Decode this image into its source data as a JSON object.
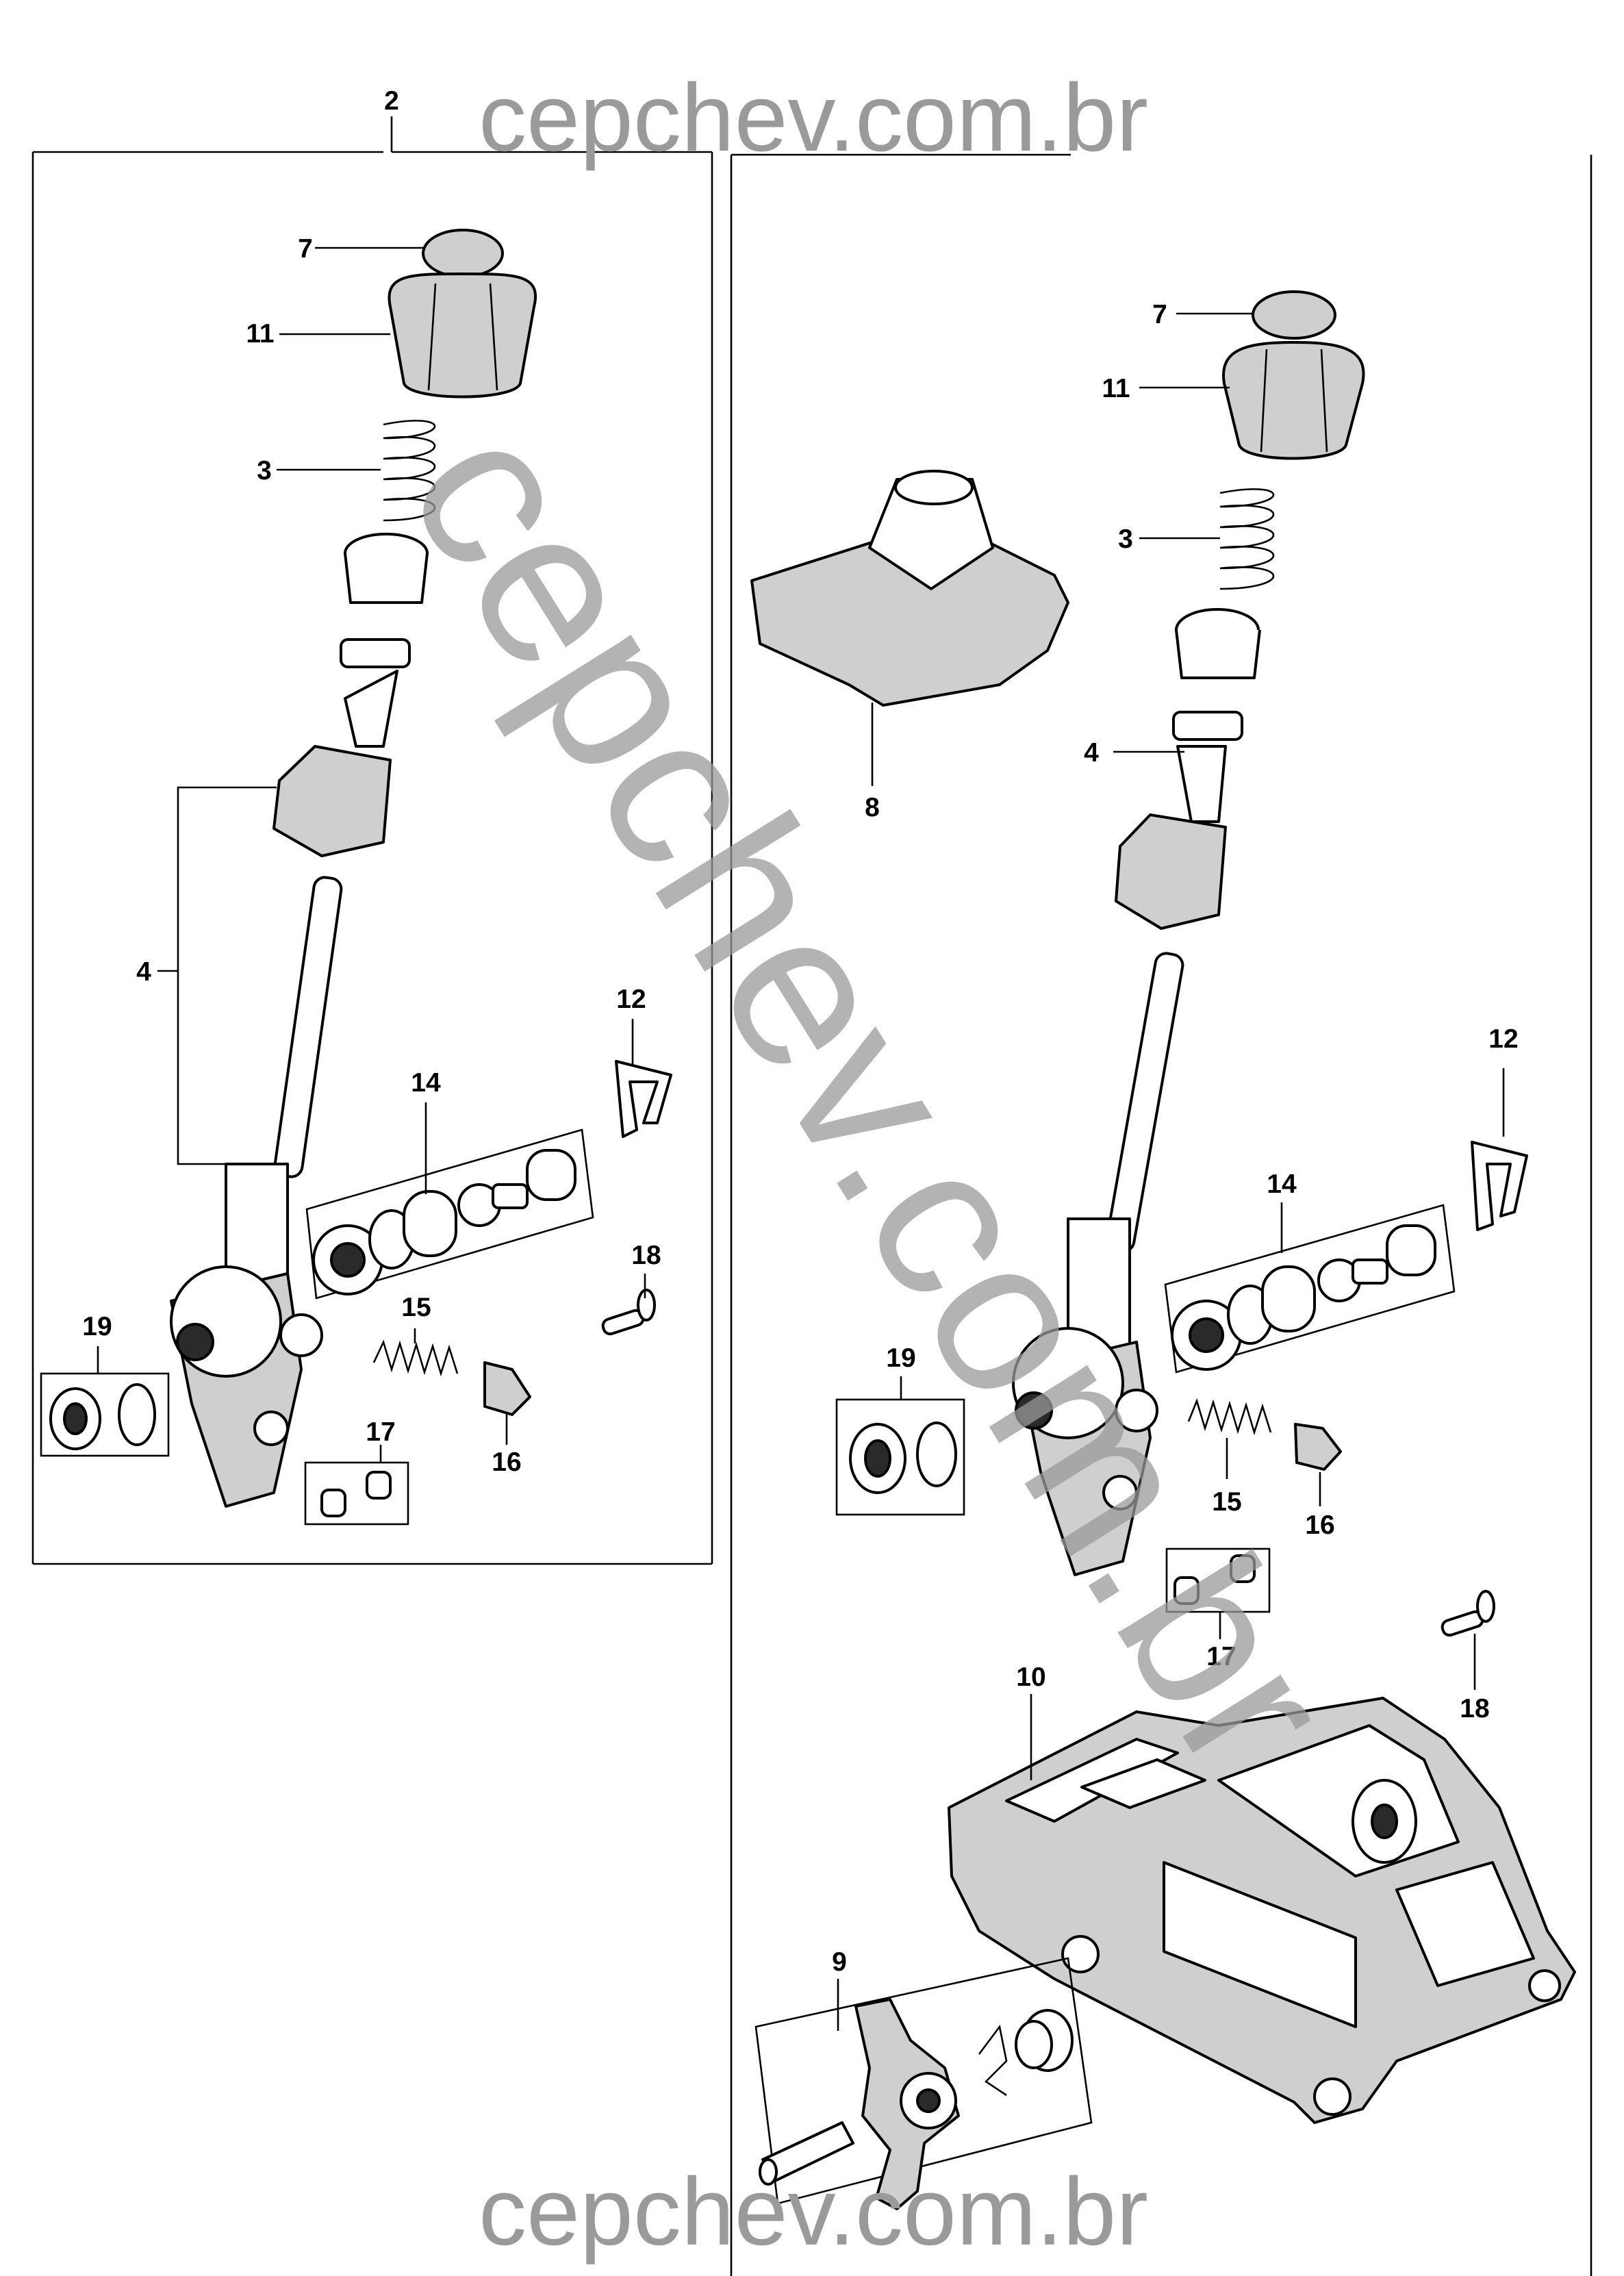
{
  "watermark": {
    "top": "cepchev.com.br",
    "bottom": "cepchev.com.br",
    "diagonal": "cepchev.com.br"
  },
  "left_assembly": {
    "group_label": "2",
    "callouts": {
      "knob_cap": "7",
      "knob": "11",
      "spring": "3",
      "lever": "4",
      "clip": "12",
      "bushing_kit": "14",
      "bolt": "18",
      "small_spring": "15",
      "ball_kit": "19",
      "pin": "16",
      "pin_pair": "17"
    }
  },
  "right_assembly": {
    "callouts": {
      "knob_cap": "7",
      "knob": "11",
      "spring": "3",
      "lever": "4",
      "boot": "8",
      "clip": "12",
      "bushing_kit": "14",
      "ball_kit": "19",
      "small_spring": "15",
      "pin": "16",
      "pin_pair": "17",
      "bolt": "18",
      "housing": "10",
      "selector_kit": "9"
    }
  }
}
